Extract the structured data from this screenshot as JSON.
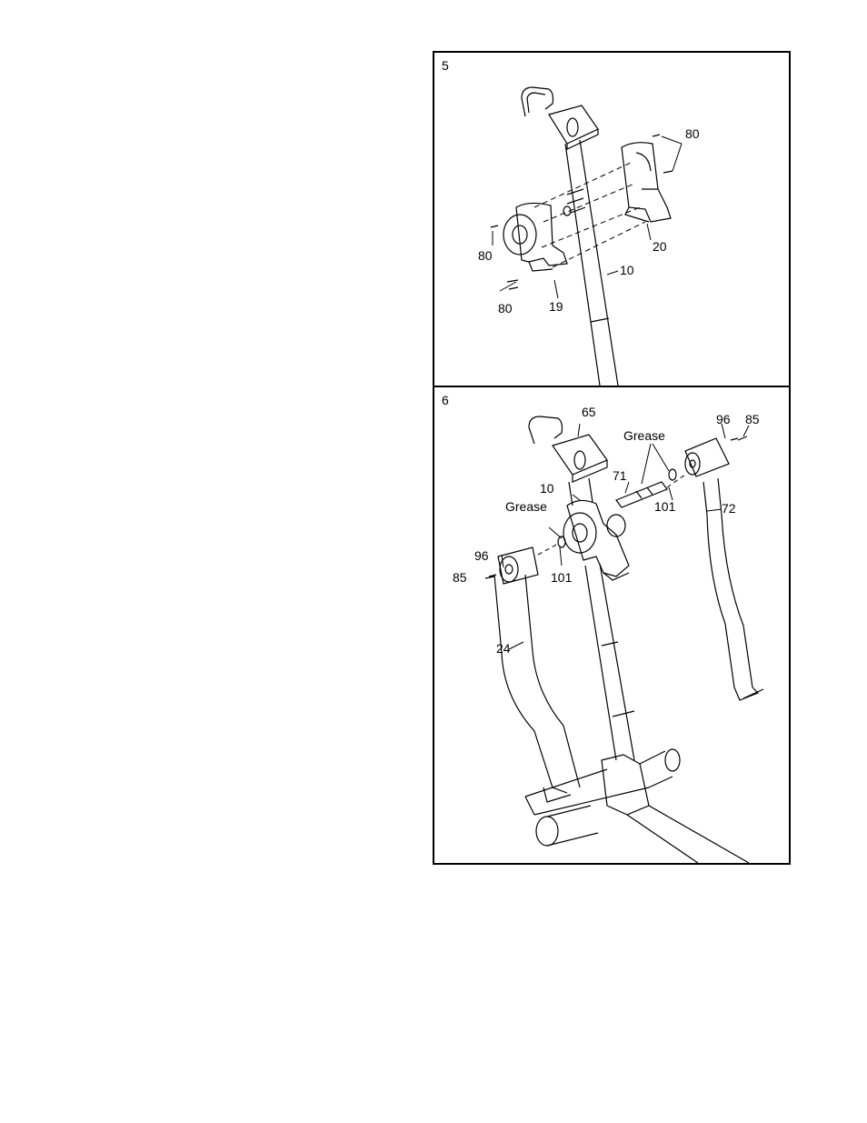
{
  "step5": {
    "number": "5",
    "labels": {
      "p80a": "80",
      "p80b": "80",
      "p80c": "80",
      "p20": "20",
      "p10": "10",
      "p19": "19"
    }
  },
  "step6": {
    "number": "6",
    "labels": {
      "p65": "65",
      "grease_right": "Grease",
      "p96_right": "96",
      "p85_right": "85",
      "p71": "71",
      "p10": "10",
      "p101_right": "101",
      "p72": "72",
      "grease_left": "Grease",
      "p96_left": "96",
      "p85_left": "85",
      "p101_left": "101",
      "p24": "24"
    }
  }
}
